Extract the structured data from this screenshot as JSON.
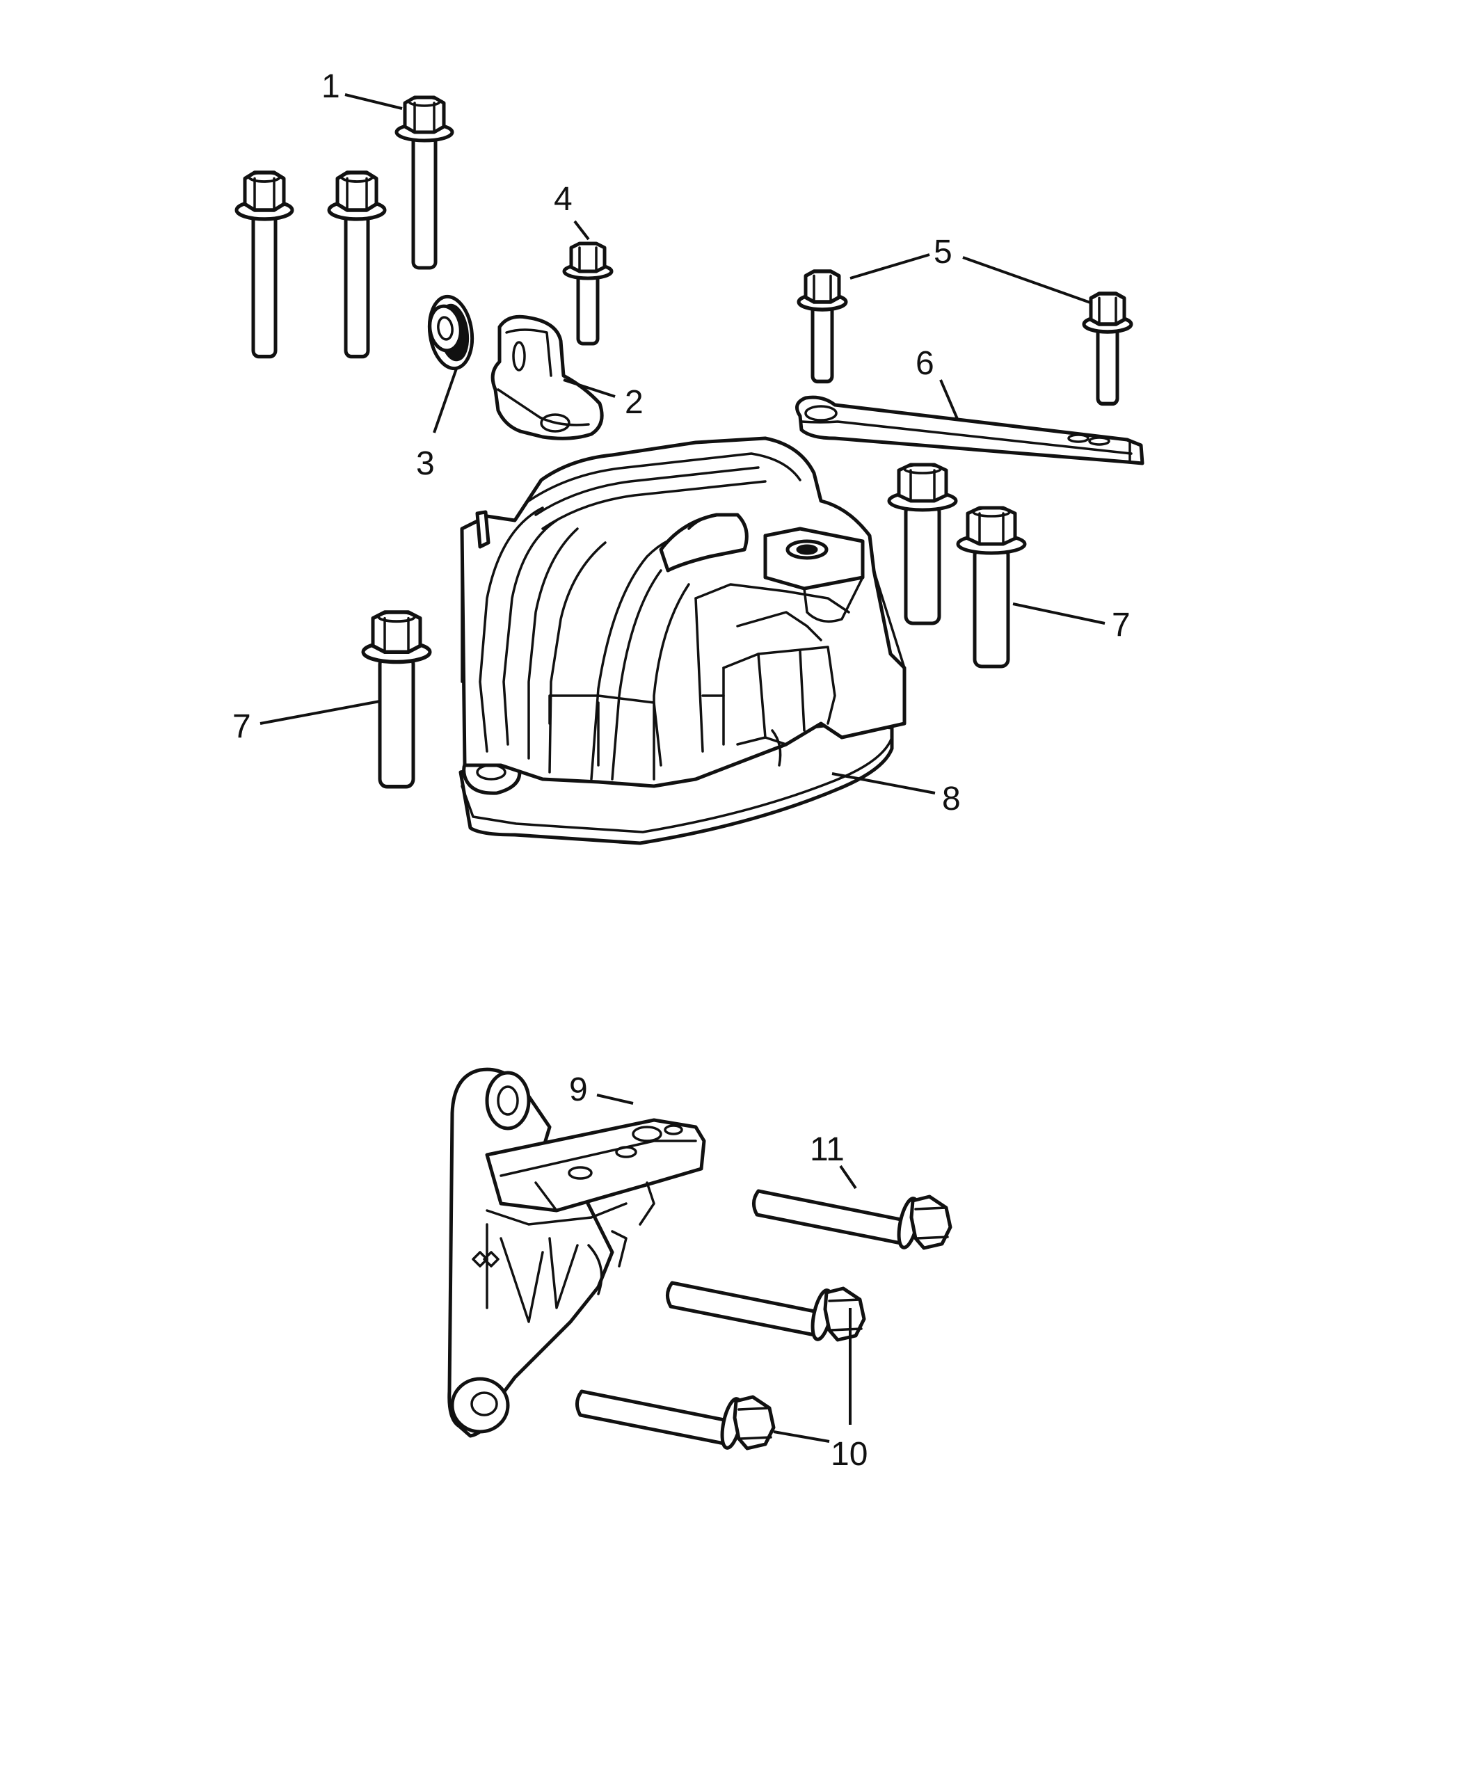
{
  "callouts": [
    {
      "id": "1",
      "label": "1"
    },
    {
      "id": "2",
      "label": "2"
    },
    {
      "id": "3",
      "label": "3"
    },
    {
      "id": "4",
      "label": "4"
    },
    {
      "id": "5",
      "label": "5"
    },
    {
      "id": "6",
      "label": "6"
    },
    {
      "id": "7a",
      "label": "7"
    },
    {
      "id": "7b",
      "label": "7"
    },
    {
      "id": "8",
      "label": "8"
    },
    {
      "id": "9",
      "label": "9"
    },
    {
      "id": "10",
      "label": "10"
    },
    {
      "id": "11",
      "label": "11"
    }
  ],
  "colors": {
    "ink": "#111111",
    "background": "#ffffff"
  }
}
